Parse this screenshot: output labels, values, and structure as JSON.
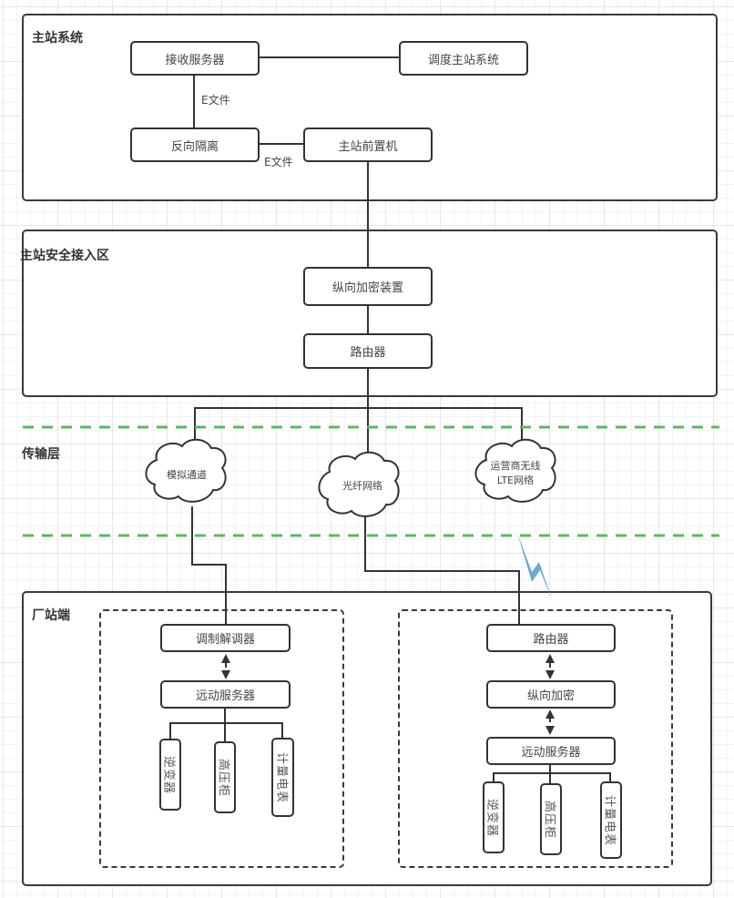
{
  "zones": {
    "master_system": "主站系统",
    "master_access": "主站安全接入区",
    "transport": "传输层",
    "plant": "厂站端"
  },
  "master_system": {
    "receive_server": "接收服务器",
    "dispatch_master": "调度主站系统",
    "reverse_isolation": "反向隔离",
    "front_processor": "主站前置机",
    "efile_label_1": "E文件",
    "efile_label_2": "E文件"
  },
  "master_access": {
    "vertical_encryption_device": "纵向加密装置",
    "router": "路由器"
  },
  "transport": {
    "analog_channel": "模拟通道",
    "fiber_network": "光纤网络",
    "carrier_wireless_line1": "运营商无线",
    "carrier_wireless_line2": "LTE网络"
  },
  "plant_left": {
    "modem": "调制解调器",
    "rtu_server": "远动服务器",
    "devices": [
      "逆变器",
      "高压柜",
      "计量电表"
    ]
  },
  "plant_right": {
    "router": "路由器",
    "vertical_encryption": "纵向加密",
    "rtu_server": "远动服务器",
    "devices": [
      "逆变器",
      "高压柜",
      "计量电表"
    ]
  },
  "colors": {
    "boundary_line": "#5cb85c",
    "wireless_bolt": "#6aaad4",
    "stroke": "#333333"
  }
}
